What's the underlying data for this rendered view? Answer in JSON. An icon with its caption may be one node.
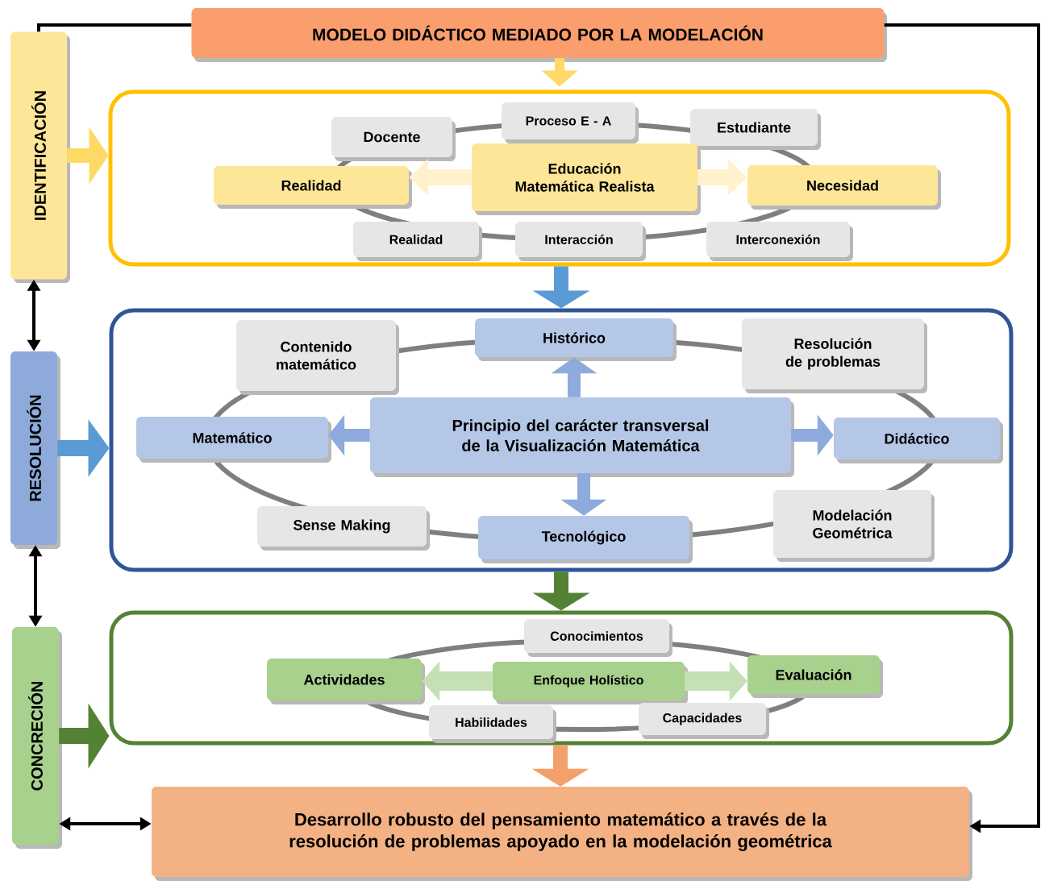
{
  "diagram": {
    "nodes": [
      {
        "text": [
          "MODELO DIDÁCTICO MEDIADO POR LA MODELACIÓN"
        ]
      },
      {
        "text": [
          "IDENTIFICACIÓN"
        ]
      },
      {
        "text": [],
        "shape": "box"
      },
      {
        "text": [
          "Proceso E - A"
        ],
        "in": 2
      },
      {
        "text": [
          "Docente"
        ],
        "in": 2
      },
      {
        "text": [
          "Estudiante"
        ],
        "in": 2
      },
      {
        "text": [
          "Realidad"
        ],
        "in": 2
      },
      {
        "text": [
          "Educación Matemática Realista"
        ],
        "in": 2
      },
      {
        "text": [
          "Necesidad"
        ],
        "in": 2
      },
      {
        "text": [
          "Realidad"
        ],
        "in": 2
      },
      {
        "text": [
          "Interacción"
        ],
        "in": 2
      },
      {
        "text": [
          "Interconexión"
        ],
        "in": 2
      },
      {
        "text": [
          "RESOLUCIÓN"
        ]
      },
      {
        "text": [],
        "shape": "box"
      },
      {
        "text": [
          "Contenido matemático"
        ],
        "in": 13
      },
      {
        "text": [
          "Histórico"
        ],
        "in": 13
      },
      {
        "text": [
          "Resolución de problemas"
        ],
        "in": 13
      },
      {
        "text": [
          "Matemático"
        ],
        "in": 13
      },
      {
        "text": [
          "Principio del carácter transversal de la Visualización Matemática"
        ],
        "in": 13
      },
      {
        "text": [
          "Didáctico"
        ],
        "in": 13
      },
      {
        "text": [
          "Sense Making"
        ],
        "in": 13
      },
      {
        "text": [
          "Tecnológico"
        ],
        "in": 13
      },
      {
        "text": [
          "Modelación Geométrica"
        ],
        "in": 13
      },
      {
        "text": [
          "CONCRECIÓN"
        ]
      },
      {
        "text": [],
        "shape": "box"
      },
      {
        "text": [
          "Conocimientos"
        ],
        "in": 24
      },
      {
        "text": [
          "Actividades"
        ],
        "in": 24
      },
      {
        "text": [
          "Enfoque Holístico"
        ],
        "in": 24
      },
      {
        "text": [
          "Evaluación"
        ],
        "in": 24
      },
      {
        "text": [
          "Habilidades"
        ],
        "in": 24
      },
      {
        "text": [
          "Capacidades"
        ],
        "in": 24
      },
      {
        "text": [
          "Desarrollo robusto del pensamiento matemático a través de la resolución de problemas apoyado en la modelación geométrica"
        ]
      }
    ],
    "edges": [
      {
        "from": 0,
        "to": 2,
        "arrow": "to",
        "color": "#ffd966"
      },
      {
        "from": 1,
        "to": 2,
        "arrow": "to",
        "color": "#ffd966"
      },
      {
        "from": 7,
        "to": 6,
        "arrow": "to",
        "color": "#fff2cc"
      },
      {
        "from": 7,
        "to": 8,
        "arrow": "to",
        "color": "#fff2cc"
      },
      {
        "from": 2,
        "to": 13,
        "arrow": "to",
        "color": "#5b9bd5"
      },
      {
        "from": 12,
        "to": 13,
        "arrow": "to",
        "color": "#5b9bd5"
      },
      {
        "from": 18,
        "to": 15,
        "arrow": "to",
        "color": "#8faadc"
      },
      {
        "from": 18,
        "to": 17,
        "arrow": "to",
        "color": "#8faadc"
      },
      {
        "from": 18,
        "to": 19,
        "arrow": "to",
        "color": "#8faadc"
      },
      {
        "from": 18,
        "to": 21,
        "arrow": "to",
        "color": "#8faadc"
      },
      {
        "from": 13,
        "to": 24,
        "arrow": "to",
        "color": "#548235"
      },
      {
        "from": 23,
        "to": 24,
        "arrow": "to",
        "color": "#548235"
      },
      {
        "from": 27,
        "to": 26,
        "arrow": "to",
        "color": "#c5e0b4"
      },
      {
        "from": 27,
        "to": 28,
        "arrow": "to",
        "color": "#c5e0b4"
      },
      {
        "from": 24,
        "to": 31,
        "arrow": "to",
        "color": "#f4a06a"
      },
      {
        "from": 0,
        "to": 1,
        "arrow": "none"
      },
      {
        "from": 0,
        "to": 31,
        "arrow": "to"
      },
      {
        "from": 1,
        "to": 12,
        "arrow": "both"
      },
      {
        "from": 12,
        "to": 23,
        "arrow": "both"
      },
      {
        "from": 23,
        "to": 31,
        "arrow": "both"
      }
    ]
  }
}
